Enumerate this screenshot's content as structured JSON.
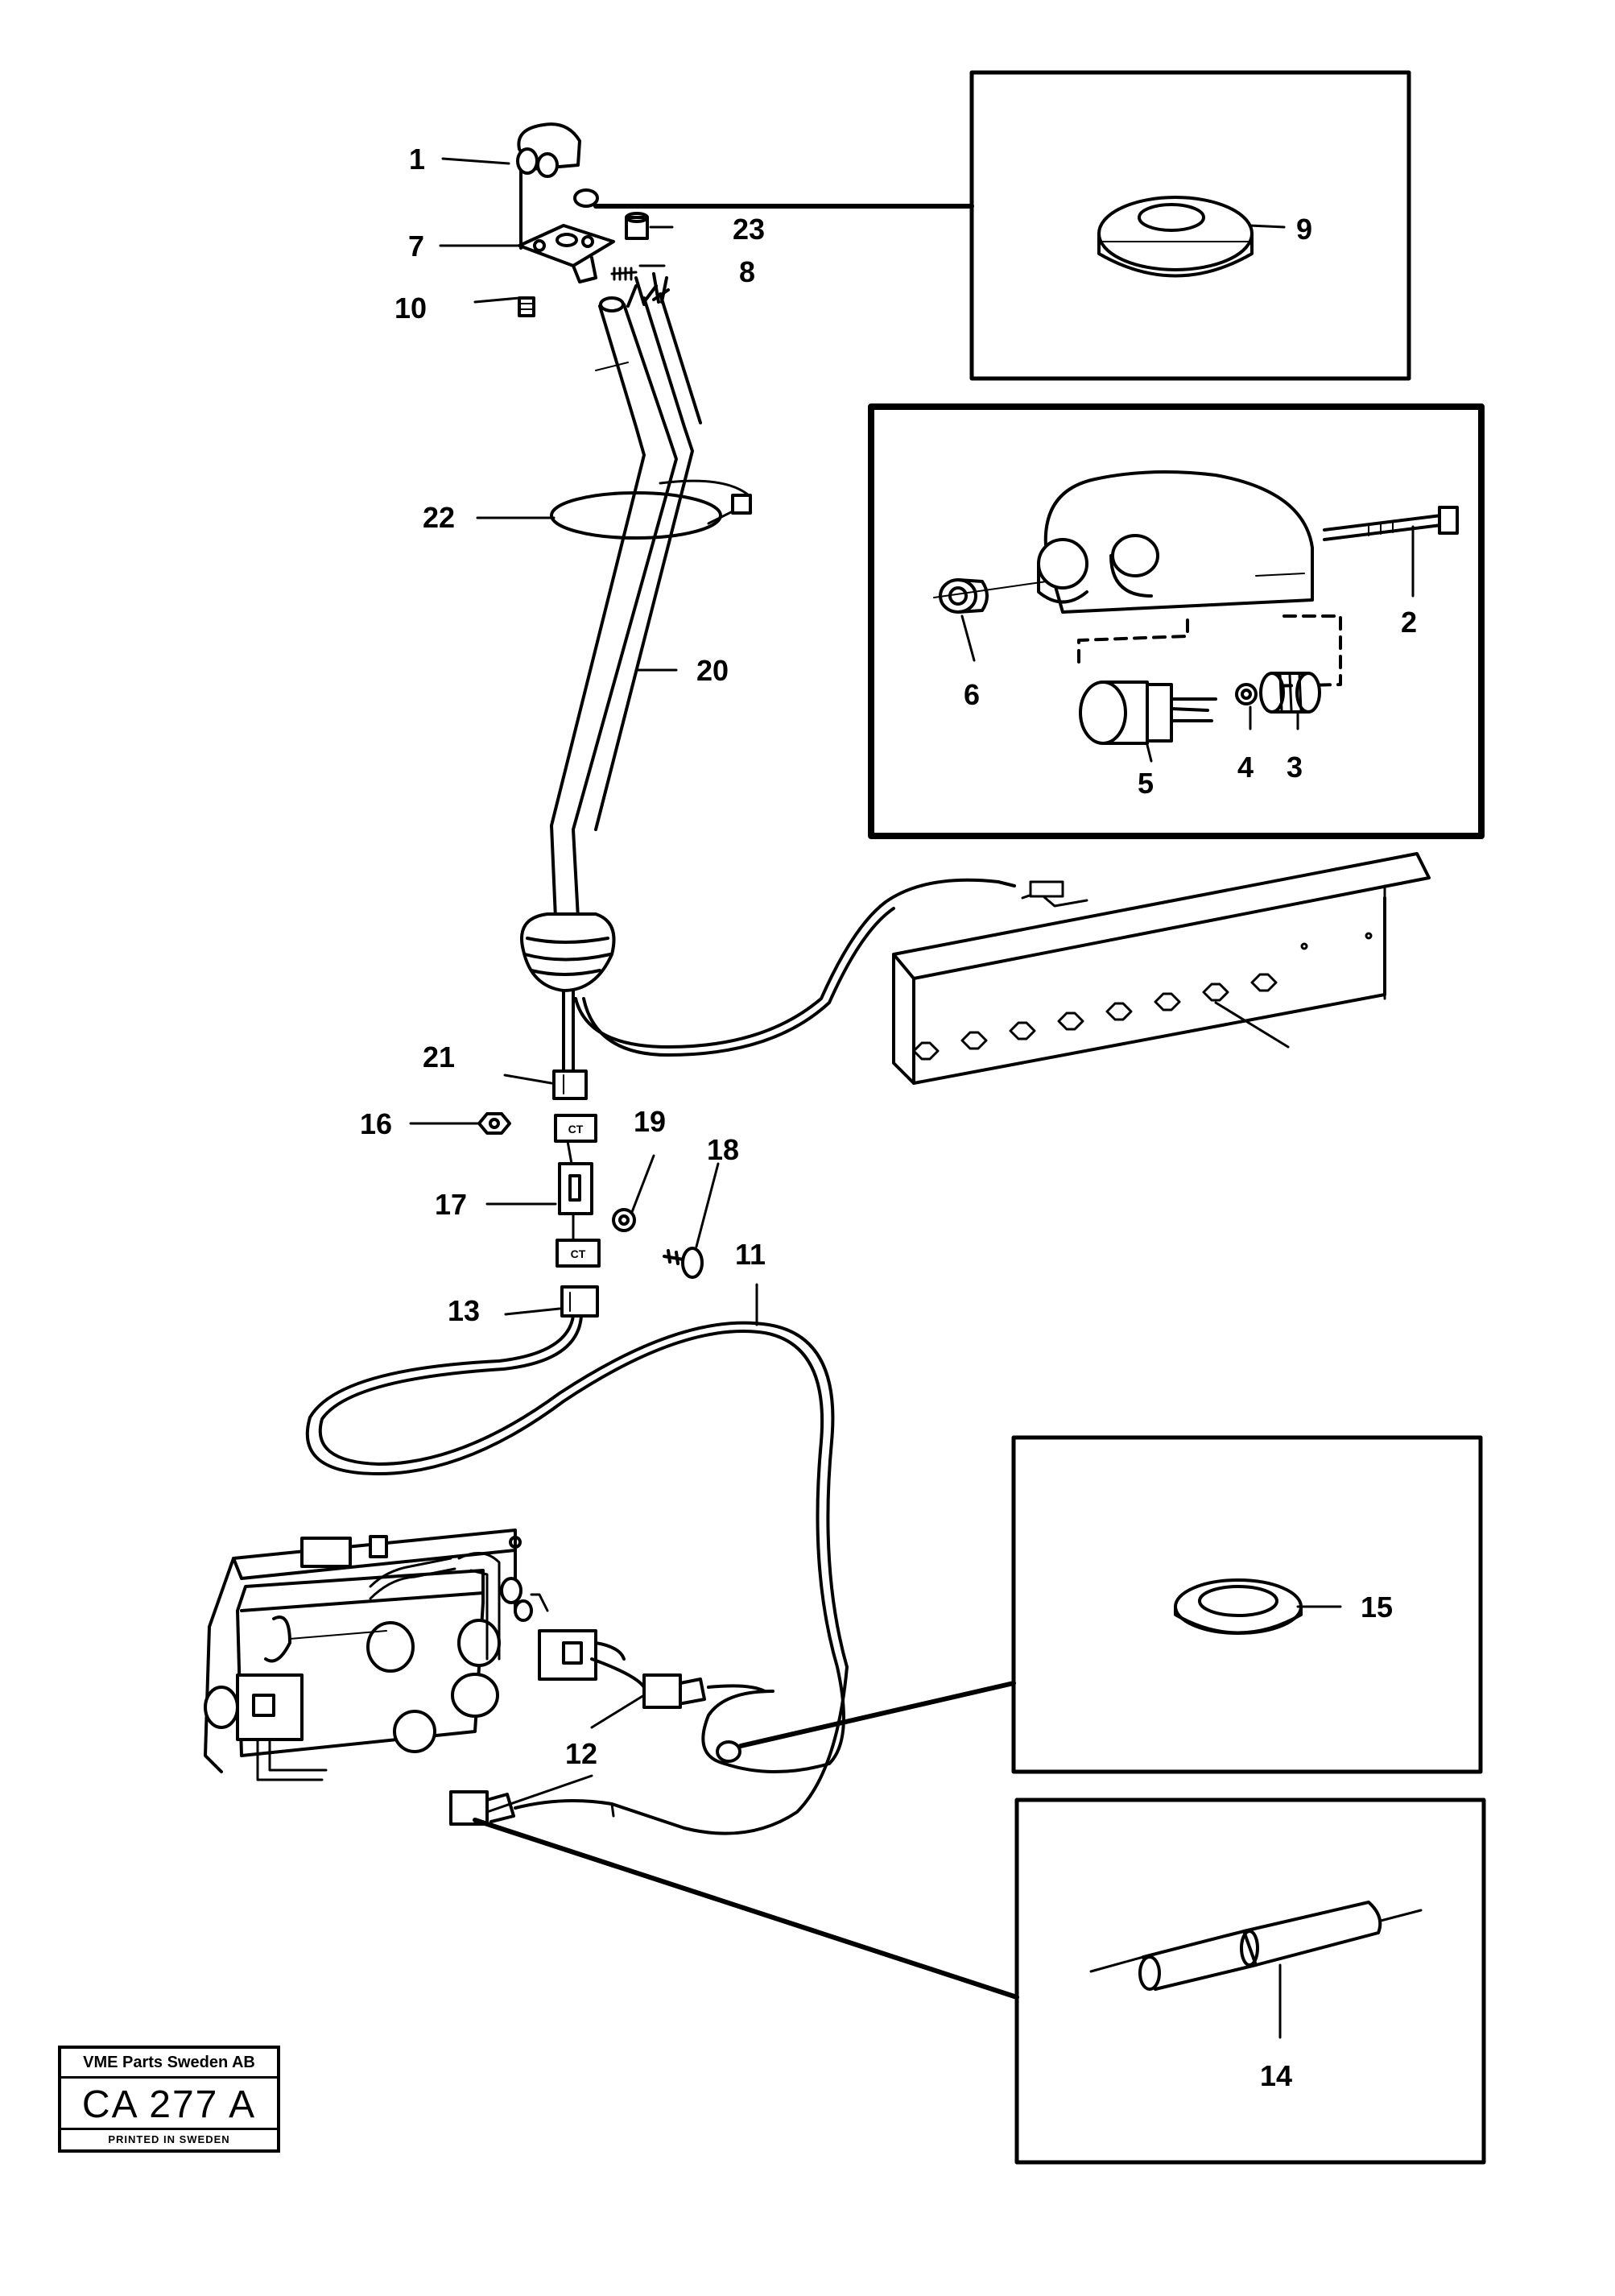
{
  "diagram": {
    "callouts": [
      "1",
      "2",
      "3",
      "4",
      "5",
      "6",
      "7",
      "8",
      "9",
      "10",
      "11",
      "12",
      "13",
      "14",
      "15",
      "16",
      "17",
      "18",
      "19",
      "20",
      "21",
      "22",
      "23"
    ]
  },
  "stamp": {
    "company": "VME Parts Sweden AB",
    "code": "CA 277 A",
    "printed": "PRINTED IN SWEDEN"
  }
}
